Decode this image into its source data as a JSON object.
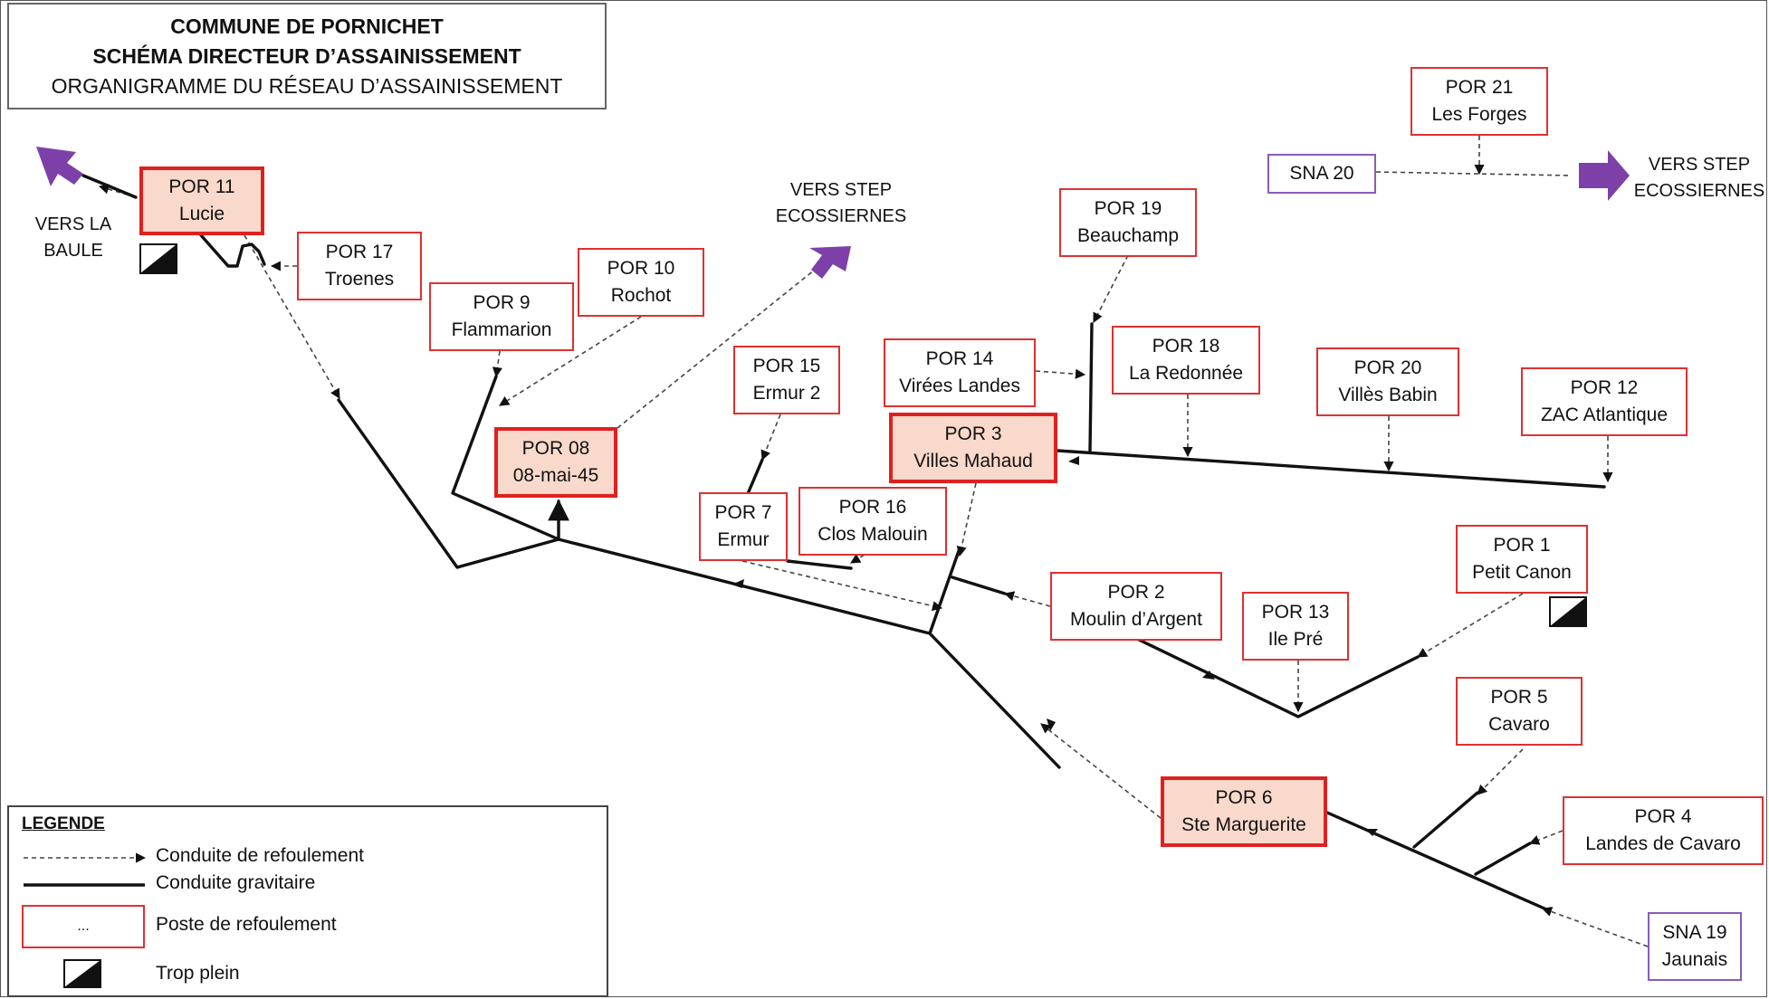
{
  "header": {
    "line1": "COMMUNE DE PORNICHET",
    "line2": "SCHÉMA DIRECTEUR D’ASSAINISSEMENT",
    "line3": "ORGANIGRAMME DU RÉSEAU D’ASSAINISSEMENT"
  },
  "stations": {
    "por11": {
      "code": "POR 11",
      "name": "Lucie"
    },
    "por17": {
      "code": "POR 17",
      "name": "Troenes"
    },
    "por9": {
      "code": "POR 9",
      "name": "Flammarion"
    },
    "por10": {
      "code": "POR 10",
      "name": "Rochot"
    },
    "por08": {
      "code": "POR 08",
      "name": "08-mai-45"
    },
    "por15": {
      "code": "POR 15",
      "name": "Ermur 2"
    },
    "por14": {
      "code": "POR 14",
      "name": "Virées Landes"
    },
    "por3": {
      "code": "POR 3",
      "name": "Villes Mahaud"
    },
    "por19": {
      "code": "POR 19",
      "name": "Beauchamp"
    },
    "por18": {
      "code": "POR 18",
      "name": "La Redonnée"
    },
    "por20": {
      "code": "POR 20",
      "name": "Villès Babin"
    },
    "por12": {
      "code": "POR 12",
      "name": "ZAC Atlantique"
    },
    "por7": {
      "code": "POR 7",
      "name": "Ermur"
    },
    "por16": {
      "code": "POR 16",
      "name": "Clos Malouin"
    },
    "por2": {
      "code": "POR 2",
      "name": "Moulin d’Argent"
    },
    "por13": {
      "code": "POR 13",
      "name": "Ile Pré"
    },
    "por1": {
      "code": "POR 1",
      "name": "Petit Canon"
    },
    "por5": {
      "code": "POR 5",
      "name": "Cavaro"
    },
    "por6": {
      "code": "POR 6",
      "name": "Ste Marguerite"
    },
    "por4": {
      "code": "POR 4",
      "name": "Landes de Cavaro"
    },
    "por21": {
      "code": "POR 21",
      "name": "Les Forges"
    },
    "sna20": {
      "code": "SNA 20"
    },
    "sna19": {
      "code": "SNA 19",
      "name": "Jaunais"
    }
  },
  "destinations": {
    "baule": {
      "line1": "VERS LA",
      "line2": "BAULE"
    },
    "step_center": {
      "line1": "VERS STEP",
      "line2": "ECOSSIERNES"
    },
    "step_right": {
      "line1": "VERS STEP",
      "line2": "ECOSSIERNES"
    }
  },
  "legend": {
    "title": "LEGENDE",
    "refoulement": "Conduite de refoulement",
    "gravitaire": "Conduite gravitaire",
    "sample": "...",
    "poste": "Poste de refoulement",
    "trop_plein": "Trop plein"
  },
  "colors": {
    "station_border": "#e03030",
    "main_station_fill": "#f9d9cb",
    "sna_border": "#8a5bb8",
    "outlet_arrow": "#7d3fa8",
    "gravity_line": "#111111",
    "force_main_line": "#444444"
  }
}
